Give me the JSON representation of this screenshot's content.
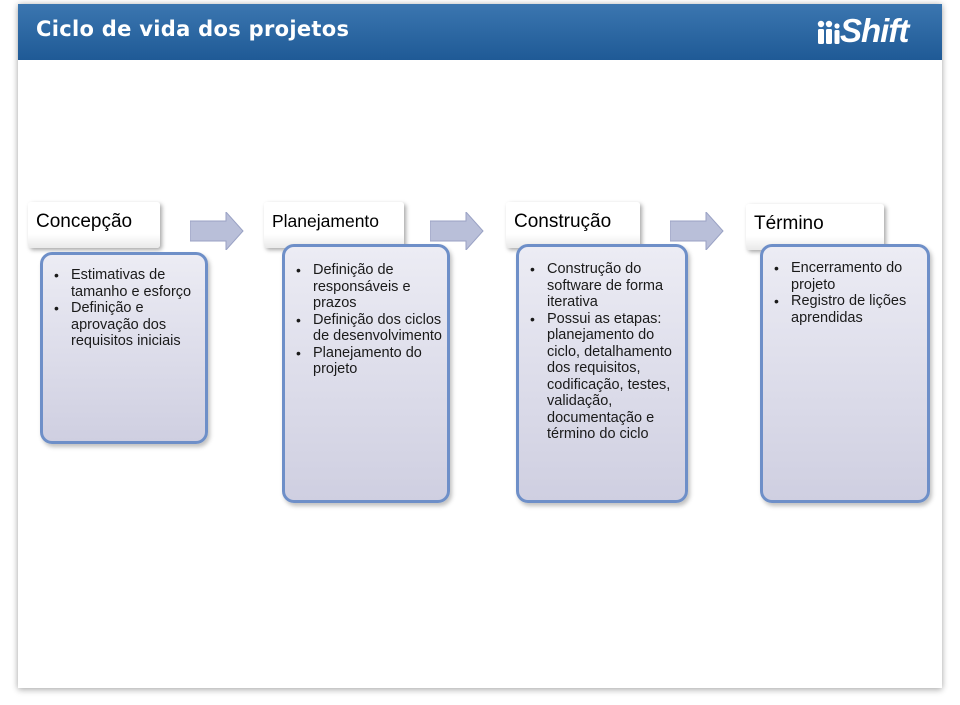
{
  "slide": {
    "title": "Ciclo de vida dos projetos",
    "logo_text": "Shift"
  },
  "phases": [
    {
      "title": "Concepção",
      "items": [
        "Estimativas de tamanho e esforço",
        "Definição e aprovação dos requisitos iniciais"
      ]
    },
    {
      "title": "Planejamento",
      "items": [
        "Definição de responsáveis e prazos",
        "Definição dos ciclos de desenvolvimento",
        "Planejamento do projeto"
      ]
    },
    {
      "title": "Construção",
      "items": [
        "Construção do software de forma iterativa",
        "Possui as etapas: planejamento do ciclo, detalhamento dos requisitos, codificação, testes, validação, documentação e término do ciclo"
      ]
    },
    {
      "title": "Término",
      "items": [
        "Encerramento do projeto",
        "Registro de lições aprendidas"
      ]
    }
  ],
  "colors": {
    "header": "#2a67a3",
    "box_fill": "#dcdcea",
    "box_border": "#6e8fc8",
    "arrow_fill": "#b9bfd9"
  }
}
